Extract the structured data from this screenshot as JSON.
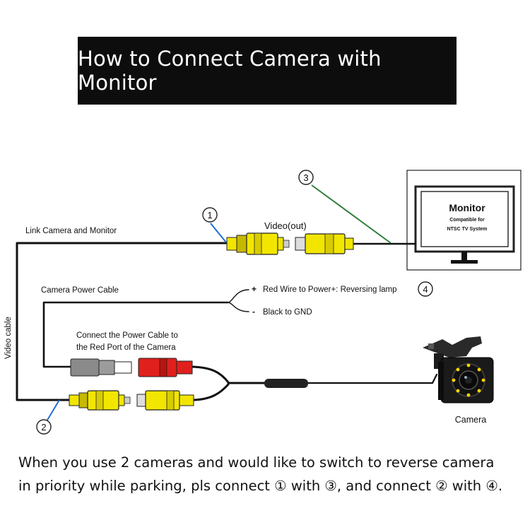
{
  "title": "How to Connect Camera with Monitor",
  "monitor": {
    "label": "Monitor",
    "subtitle_line1": "Compatible for",
    "subtitle_line2": "NTSC TV System"
  },
  "labels": {
    "link_camera_monitor": "Link Camera and Monitor",
    "video_out": "Video(out)",
    "video_cable": "Video cable",
    "camera_power_cable": "Camera Power Cable",
    "red_wire": "Red Wire to Power+: Reversing lamp",
    "black_gnd": "Black to GND",
    "plus_sign": "+",
    "minus_sign": "-",
    "connect_power_line1": "Connect the Power Cable to",
    "connect_power_line2": "the Red Port of the Camera",
    "camera": "Camera"
  },
  "markers": {
    "one": "①",
    "two": "②",
    "three": "③",
    "four": "④"
  },
  "footer": {
    "line1": "When you use 2 cameras and would like to switch to reverse camera",
    "line2": "in priority while parking, pls connect ① with ③, and connect ② with ④."
  },
  "colors": {
    "yellow_plug": "#f2e600",
    "red_plug": "#e0201c",
    "grey_plug": "#8a8a8a",
    "marker_line_blue": "#1e6fd9",
    "marker_line_green": "#2f7d3a",
    "cable": "#111111"
  }
}
